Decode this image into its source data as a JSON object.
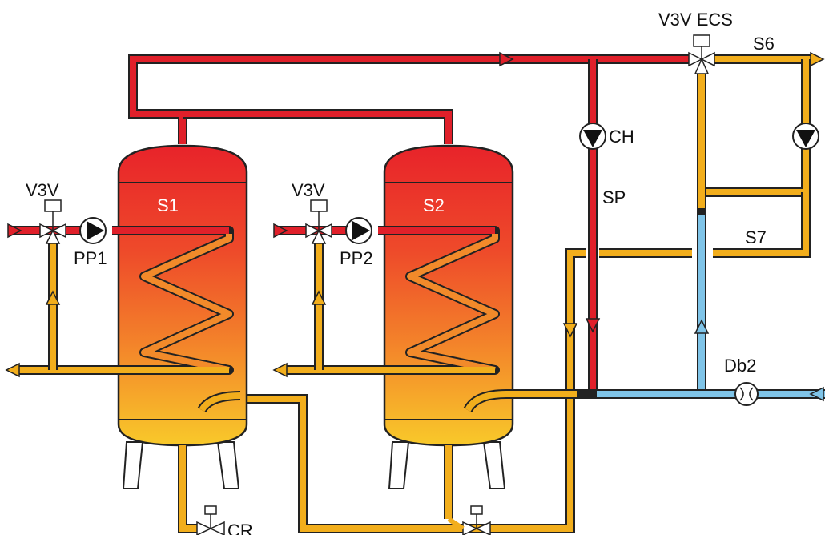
{
  "labels": {
    "tank1": "S1",
    "tank2": "S2",
    "valve1": "V3V",
    "valve2": "V3V",
    "pump1": "PP1",
    "pump2": "PP2",
    "valve_ecs": "V3V ECS",
    "circ_pump": "CH",
    "sensor_sp": "SP",
    "sensor_s6": "S6",
    "sensor_s7": "S7",
    "meter": "Db2",
    "drain": "CR"
  },
  "colors": {
    "hot_pipe": "#e0202a",
    "warm_pipe": "#f2ae1c",
    "cold_pipe": "#7fc4e8",
    "tank_top": "#e8232a",
    "tank_mid": "#f2752a",
    "tank_bottom": "#f7c22a",
    "outline": "#222222"
  }
}
